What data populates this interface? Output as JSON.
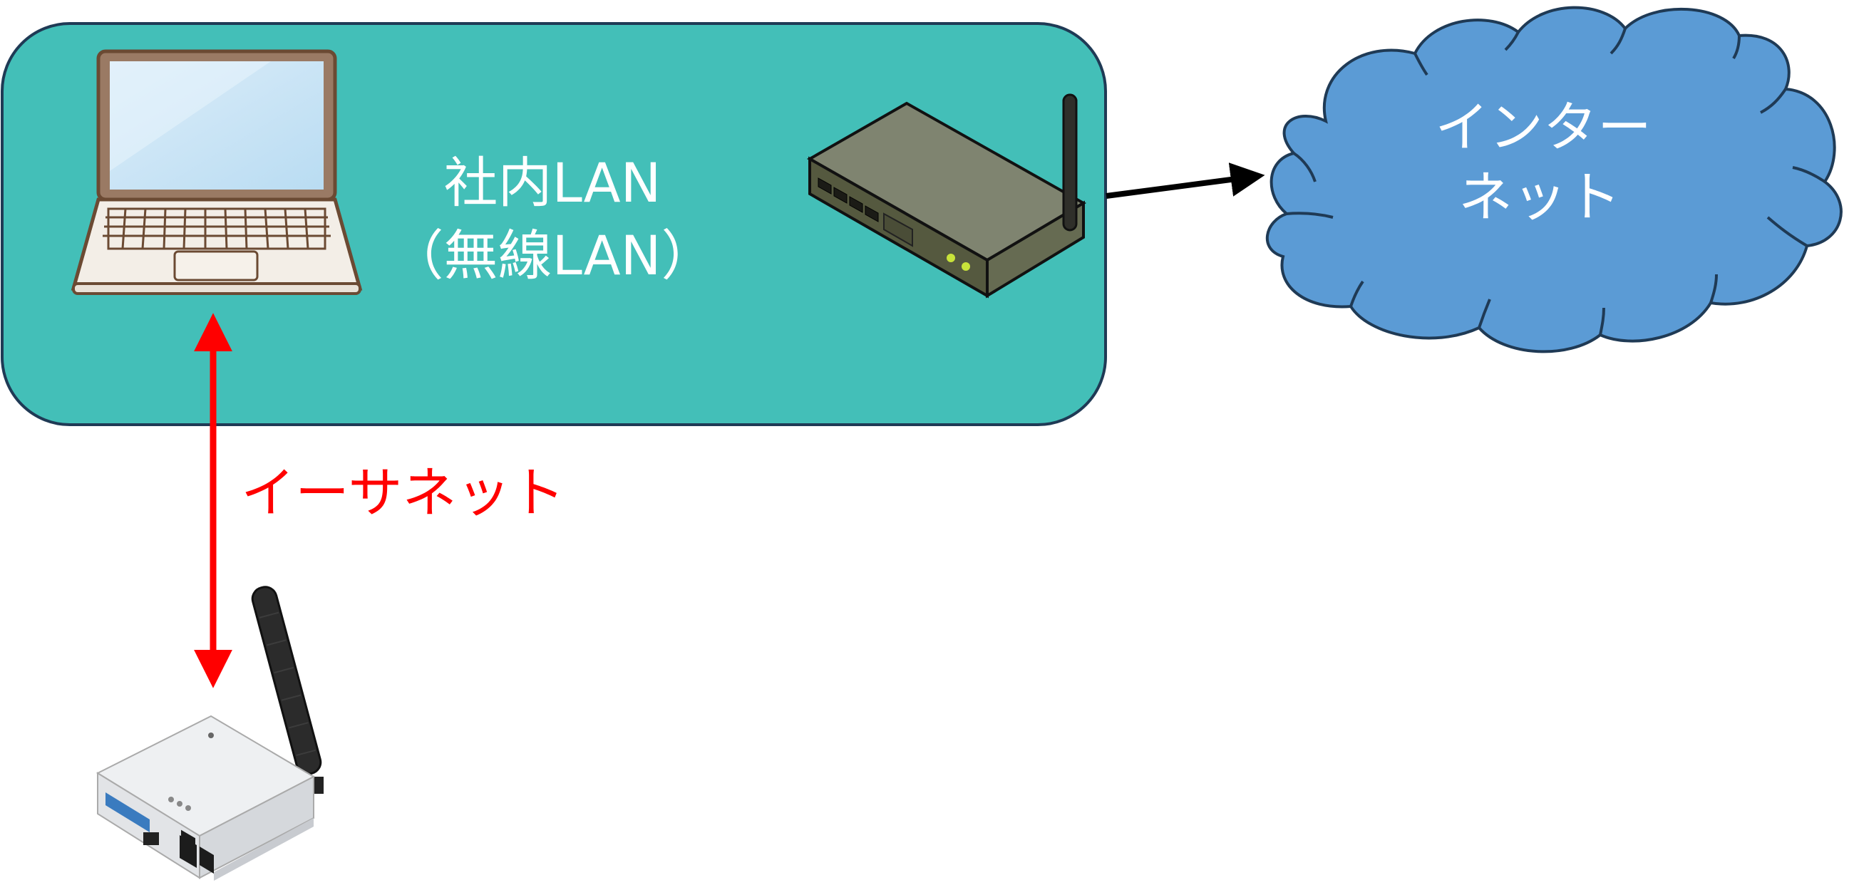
{
  "lan_box": {
    "label_line1": "社内LAN",
    "label_line2": "（無線LAN）",
    "fill": "#43BFB8"
  },
  "internet_cloud": {
    "label_line1": "インター",
    "label_line2": "ネット",
    "fill": "#5B9BD5"
  },
  "ethernet_link": {
    "label": "イーサネット",
    "color": "#FF0000"
  },
  "icons": {
    "laptop": "laptop-icon",
    "router": "wireless-router-icon",
    "gateway": "gateway-device-icon",
    "cloud": "cloud-icon"
  }
}
